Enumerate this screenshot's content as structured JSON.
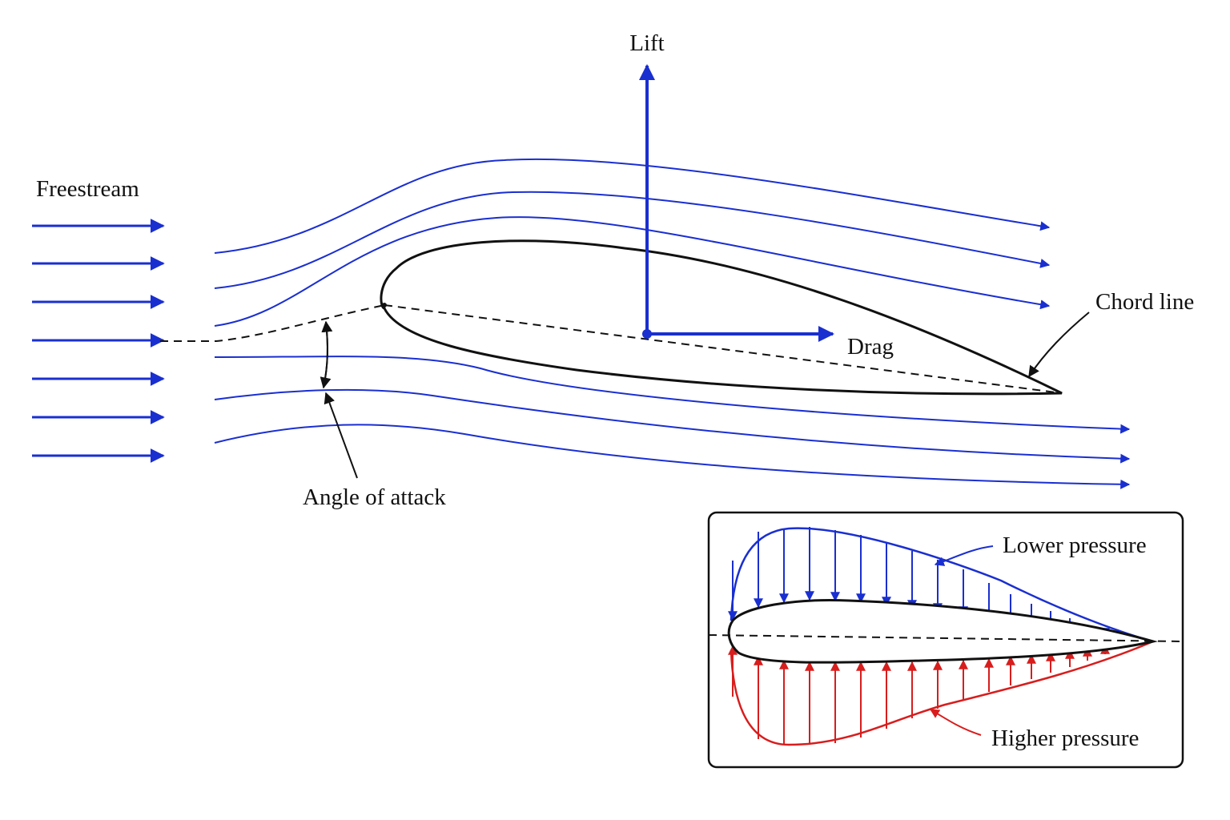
{
  "labels": {
    "lift": "Lift",
    "drag": "Drag",
    "freestream": "Freestream",
    "chord_line": "Chord line",
    "angle_of_attack": "Angle of attack",
    "lower_pressure": "Lower pressure",
    "higher_pressure": "Higher pressure"
  },
  "colors": {
    "flow": "#1a2fd0",
    "low_pressure": "#1a2fd0",
    "high_pressure": "#d81d1d",
    "outline": "#111111"
  },
  "icons": [
    "arrow-right-icon",
    "arrow-up-icon"
  ]
}
